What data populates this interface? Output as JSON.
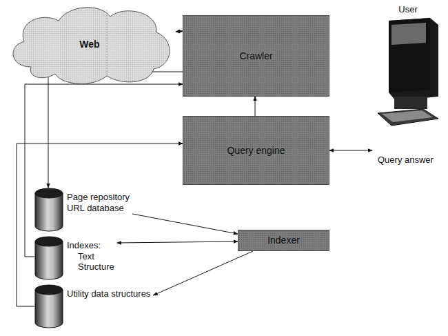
{
  "diagram": {
    "nodes": [
      {
        "text": [
          "Web"
        ]
      },
      {
        "text": [
          "Crawler"
        ]
      },
      {
        "text": [
          "User"
        ]
      },
      {
        "text": [
          "Query engine"
        ]
      },
      {
        "text": [
          "Page repository",
          "URL database"
        ]
      },
      {
        "text": [
          "Indexes:",
          "Text",
          "Structure"
        ]
      },
      {
        "text": [
          "Indexer"
        ]
      },
      {
        "text": [
          "Utility data structures"
        ]
      }
    ],
    "edges": [
      {
        "from": 0,
        "to": 1,
        "arrow": "both"
      },
      {
        "from": 3,
        "to": 1,
        "arrow": "to"
      },
      {
        "from": 1,
        "to": 4,
        "arrow": "to"
      },
      {
        "from": 5,
        "to": 1,
        "arrow": "to"
      },
      {
        "from": 7,
        "to": 3,
        "arrow": "to"
      },
      {
        "from": 3,
        "to": 2,
        "label": "Query answer",
        "arrow": "both"
      },
      {
        "from": 4,
        "to": 6,
        "arrow": "to"
      },
      {
        "from": 5,
        "to": 6,
        "arrow": "both"
      },
      {
        "from": 6,
        "to": 7,
        "arrow": "to"
      }
    ]
  }
}
